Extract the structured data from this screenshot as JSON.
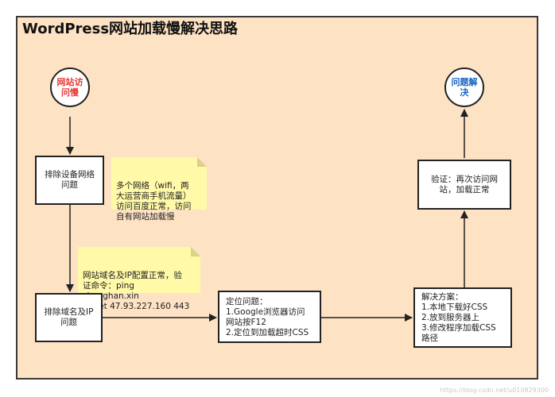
{
  "title": "WordPress网站加载慢解决思路",
  "colors": {
    "background": "#fde2c4",
    "note": "#fff9a8",
    "start_text": "#e53935",
    "end_text": "#1565c0"
  },
  "nodes": {
    "start": "网站访\n问慢",
    "end": "问题解\n决",
    "check_device": "排除设备网络\n问题",
    "check_domain": "排除域名及IP\n问题",
    "locate": "定位问题：\n1.Google浏览器访问\n网站按F12\n2.定位到加载超时CSS",
    "solution": "解决方案：\n1.本地下载好CSS\n2.放到服务器上\n3.修改程序加载CSS\n路径",
    "verify": "验证：再次访问网\n站，加载正常"
  },
  "notes": {
    "device_note": "多个网络（wifi，两\n大运营商手机流量）\n访问百度正常，访问\n自有网站加载慢",
    "domain_note": "网站域名及IP配置正常，验\n证命令：ping\nzhanghan.xin\ntelnet 47.93.227.160 443"
  },
  "watermark": "https://blog.csdn.net/u010829300"
}
